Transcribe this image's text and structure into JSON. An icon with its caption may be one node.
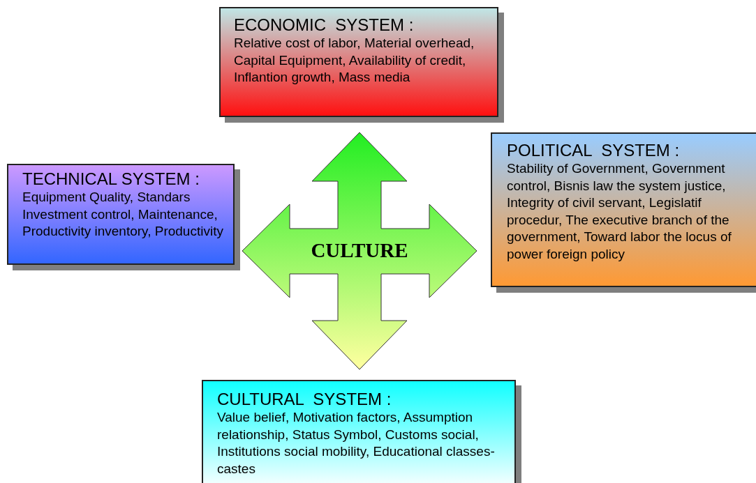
{
  "diagram": {
    "nodes": [
      {
        "text": [
          "ECONOMIC  SYSTEM :",
          "Relative cost of labor, Material overhead, Capital Equipment, Availability of credit, Inflantion growth, Mass media"
        ]
      },
      {
        "text": [
          "TECHNICAL SYSTEM :",
          "Equipment Quality, Standars Investment control, Maintenance, Productivity inventory, Productivity"
        ]
      },
      {
        "text": [
          "CULTURE"
        ]
      },
      {
        "text": [
          "POLITICAL  SYSTEM :",
          "Stability of Government, Government control, Bisnis law the system justice, Integrity of civil servant, Legislatif procedur, The executive branch of the government, Toward labor the locus of power foreign policy"
        ]
      },
      {
        "text": [
          "CULTURAL  SYSTEM :",
          "Value belief, Motivation factors, Assumption relationship, Status Symbol, Customs social, Institutions social mobility, Educational classes-castes"
        ]
      }
    ]
  }
}
